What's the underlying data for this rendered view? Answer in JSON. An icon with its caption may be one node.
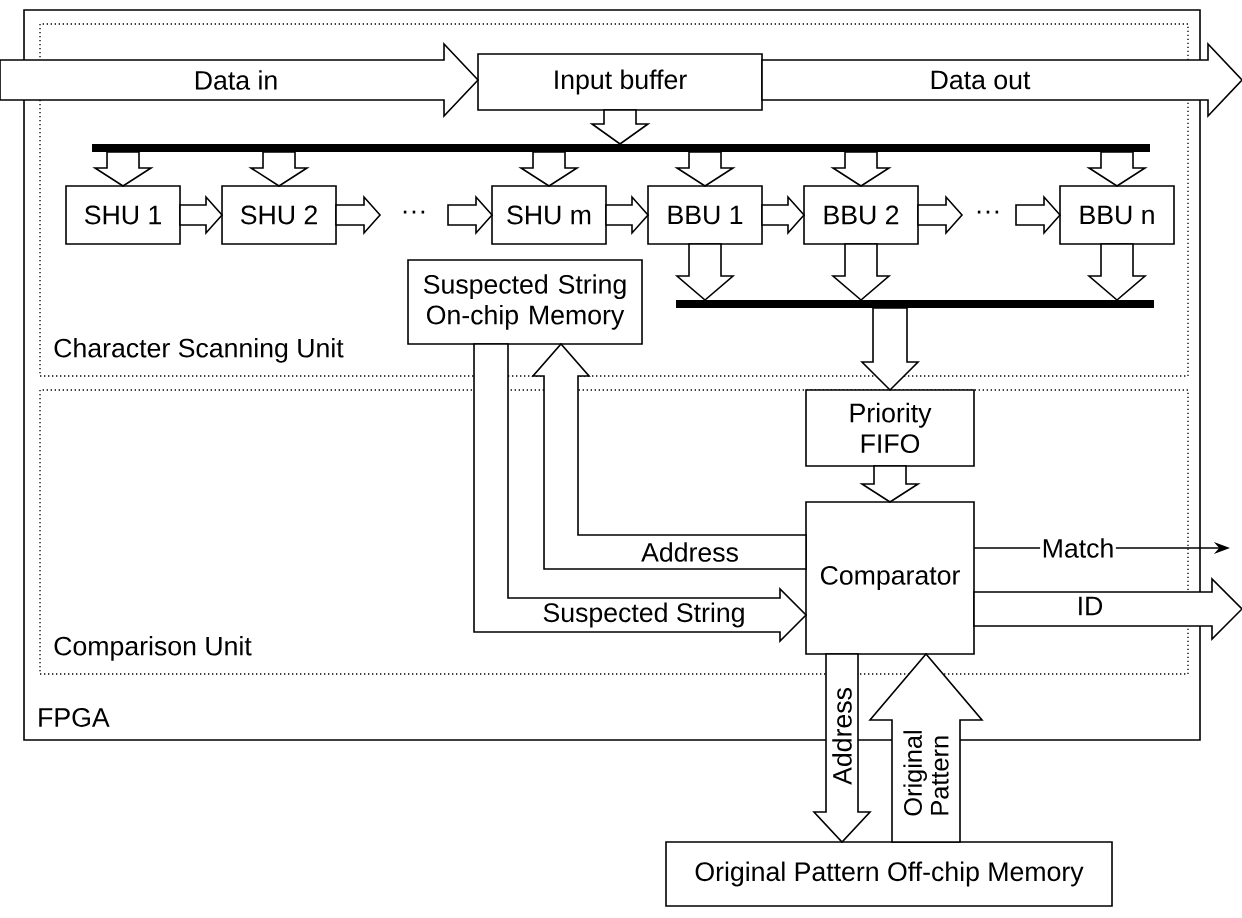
{
  "diagram": {
    "nodes": [
      {
        "text": [
          "FPGA"
        ]
      },
      {
        "text": [
          "Character Scanning Unit"
        ],
        "in": 0
      },
      {
        "text": [
          "Input buffer"
        ],
        "in": 1
      },
      {
        "text": [],
        "shape": "bar",
        "in": 1
      },
      {
        "text": [
          "SHU 1"
        ],
        "in": 1
      },
      {
        "text": [
          "SHU 2"
        ],
        "in": 1
      },
      {
        "text": [
          "SHU m"
        ],
        "in": 1
      },
      {
        "text": [
          "BBU 1"
        ],
        "in": 1
      },
      {
        "text": [
          "BBU 2"
        ],
        "in": 1
      },
      {
        "text": [
          "BBU n"
        ],
        "in": 1
      },
      {
        "text": [],
        "shape": "bar",
        "in": 1
      },
      {
        "text": [
          "Suspected String On-chip Memory"
        ],
        "in": 1
      },
      {
        "text": [
          "Comparison Unit"
        ],
        "in": 0
      },
      {
        "text": [
          "Priority FIFO"
        ],
        "in": 12
      },
      {
        "text": [
          "Comparator"
        ],
        "in": 12
      },
      {
        "text": [
          "Original Pattern Off-chip Memory"
        ]
      }
    ],
    "edges": [
      {
        "from": null,
        "to": 2,
        "arrow": "to",
        "style": "thick",
        "label": "Data in"
      },
      {
        "from": 2,
        "to": null,
        "arrow": "to",
        "style": "thick",
        "label": "Data out"
      },
      {
        "from": 2,
        "to": 3,
        "arrow": "to",
        "style": "thick"
      },
      {
        "from": 3,
        "to": 4,
        "arrow": "to",
        "style": "thick"
      },
      {
        "from": 3,
        "to": 5,
        "arrow": "to",
        "style": "thick"
      },
      {
        "from": 3,
        "to": 6,
        "arrow": "to",
        "style": "thick"
      },
      {
        "from": 3,
        "to": 7,
        "arrow": "to",
        "style": "thick"
      },
      {
        "from": 3,
        "to": 8,
        "arrow": "to",
        "style": "thick"
      },
      {
        "from": 3,
        "to": 9,
        "arrow": "to",
        "style": "thick"
      },
      {
        "from": 4,
        "to": 5,
        "arrow": "to",
        "style": "thick"
      },
      {
        "from": 5,
        "to": null,
        "arrow": "to",
        "style": "thick"
      },
      {
        "from": null,
        "to": 6,
        "arrow": "to",
        "style": "thick"
      },
      {
        "from": 6,
        "to": 7,
        "arrow": "to",
        "style": "thick"
      },
      {
        "from": 7,
        "to": 8,
        "arrow": "to",
        "style": "thick"
      },
      {
        "from": 8,
        "to": null,
        "arrow": "to",
        "style": "thick"
      },
      {
        "from": null,
        "to": 9,
        "arrow": "to",
        "style": "thick"
      },
      {
        "from": 7,
        "to": 10,
        "arrow": "to",
        "style": "thick"
      },
      {
        "from": 8,
        "to": 10,
        "arrow": "to",
        "style": "thick"
      },
      {
        "from": 9,
        "to": 10,
        "arrow": "to",
        "style": "thick"
      },
      {
        "from": 10,
        "to": 13,
        "arrow": "to",
        "style": "thick"
      },
      {
        "from": 13,
        "to": 14,
        "arrow": "to",
        "style": "thick"
      },
      {
        "from": 14,
        "to": 11,
        "arrow": "to",
        "style": "thick",
        "label": "Address"
      },
      {
        "from": 11,
        "to": 14,
        "arrow": "to",
        "style": "thick",
        "label": "Suspected String"
      },
      {
        "from": 14,
        "to": null,
        "arrow": "to",
        "label": "Match"
      },
      {
        "from": 14,
        "to": null,
        "arrow": "to",
        "style": "thick",
        "label": "ID"
      },
      {
        "from": 14,
        "to": 15,
        "arrow": "to",
        "style": "thick",
        "label": "Address"
      },
      {
        "from": 15,
        "to": 14,
        "arrow": "to",
        "style": "thick",
        "label": "Original Pattern"
      }
    ],
    "labels": [
      "···",
      "···"
    ]
  }
}
